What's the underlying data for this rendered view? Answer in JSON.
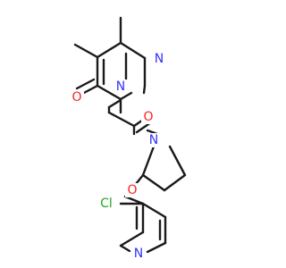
{
  "molecule": {
    "atoms": [
      {
        "id": "N_pyrimidine_1",
        "label": "N",
        "color": "#3333ff"
      },
      {
        "id": "N_pyrimidine_2",
        "label": "N",
        "color": "#3333ff"
      },
      {
        "id": "O_carbonyl_ring",
        "label": "O",
        "color": "#ff2020"
      },
      {
        "id": "O_carbonyl_amide",
        "label": "O",
        "color": "#ff2020"
      },
      {
        "id": "N_pyrrolidine",
        "label": "N",
        "color": "#3333ff"
      },
      {
        "id": "O_ether",
        "label": "O",
        "color": "#ff2020"
      },
      {
        "id": "Cl",
        "label": "Cl",
        "color": "#22aa22"
      },
      {
        "id": "N_pyridine",
        "label": "N",
        "color": "#3333ff"
      }
    ]
  }
}
